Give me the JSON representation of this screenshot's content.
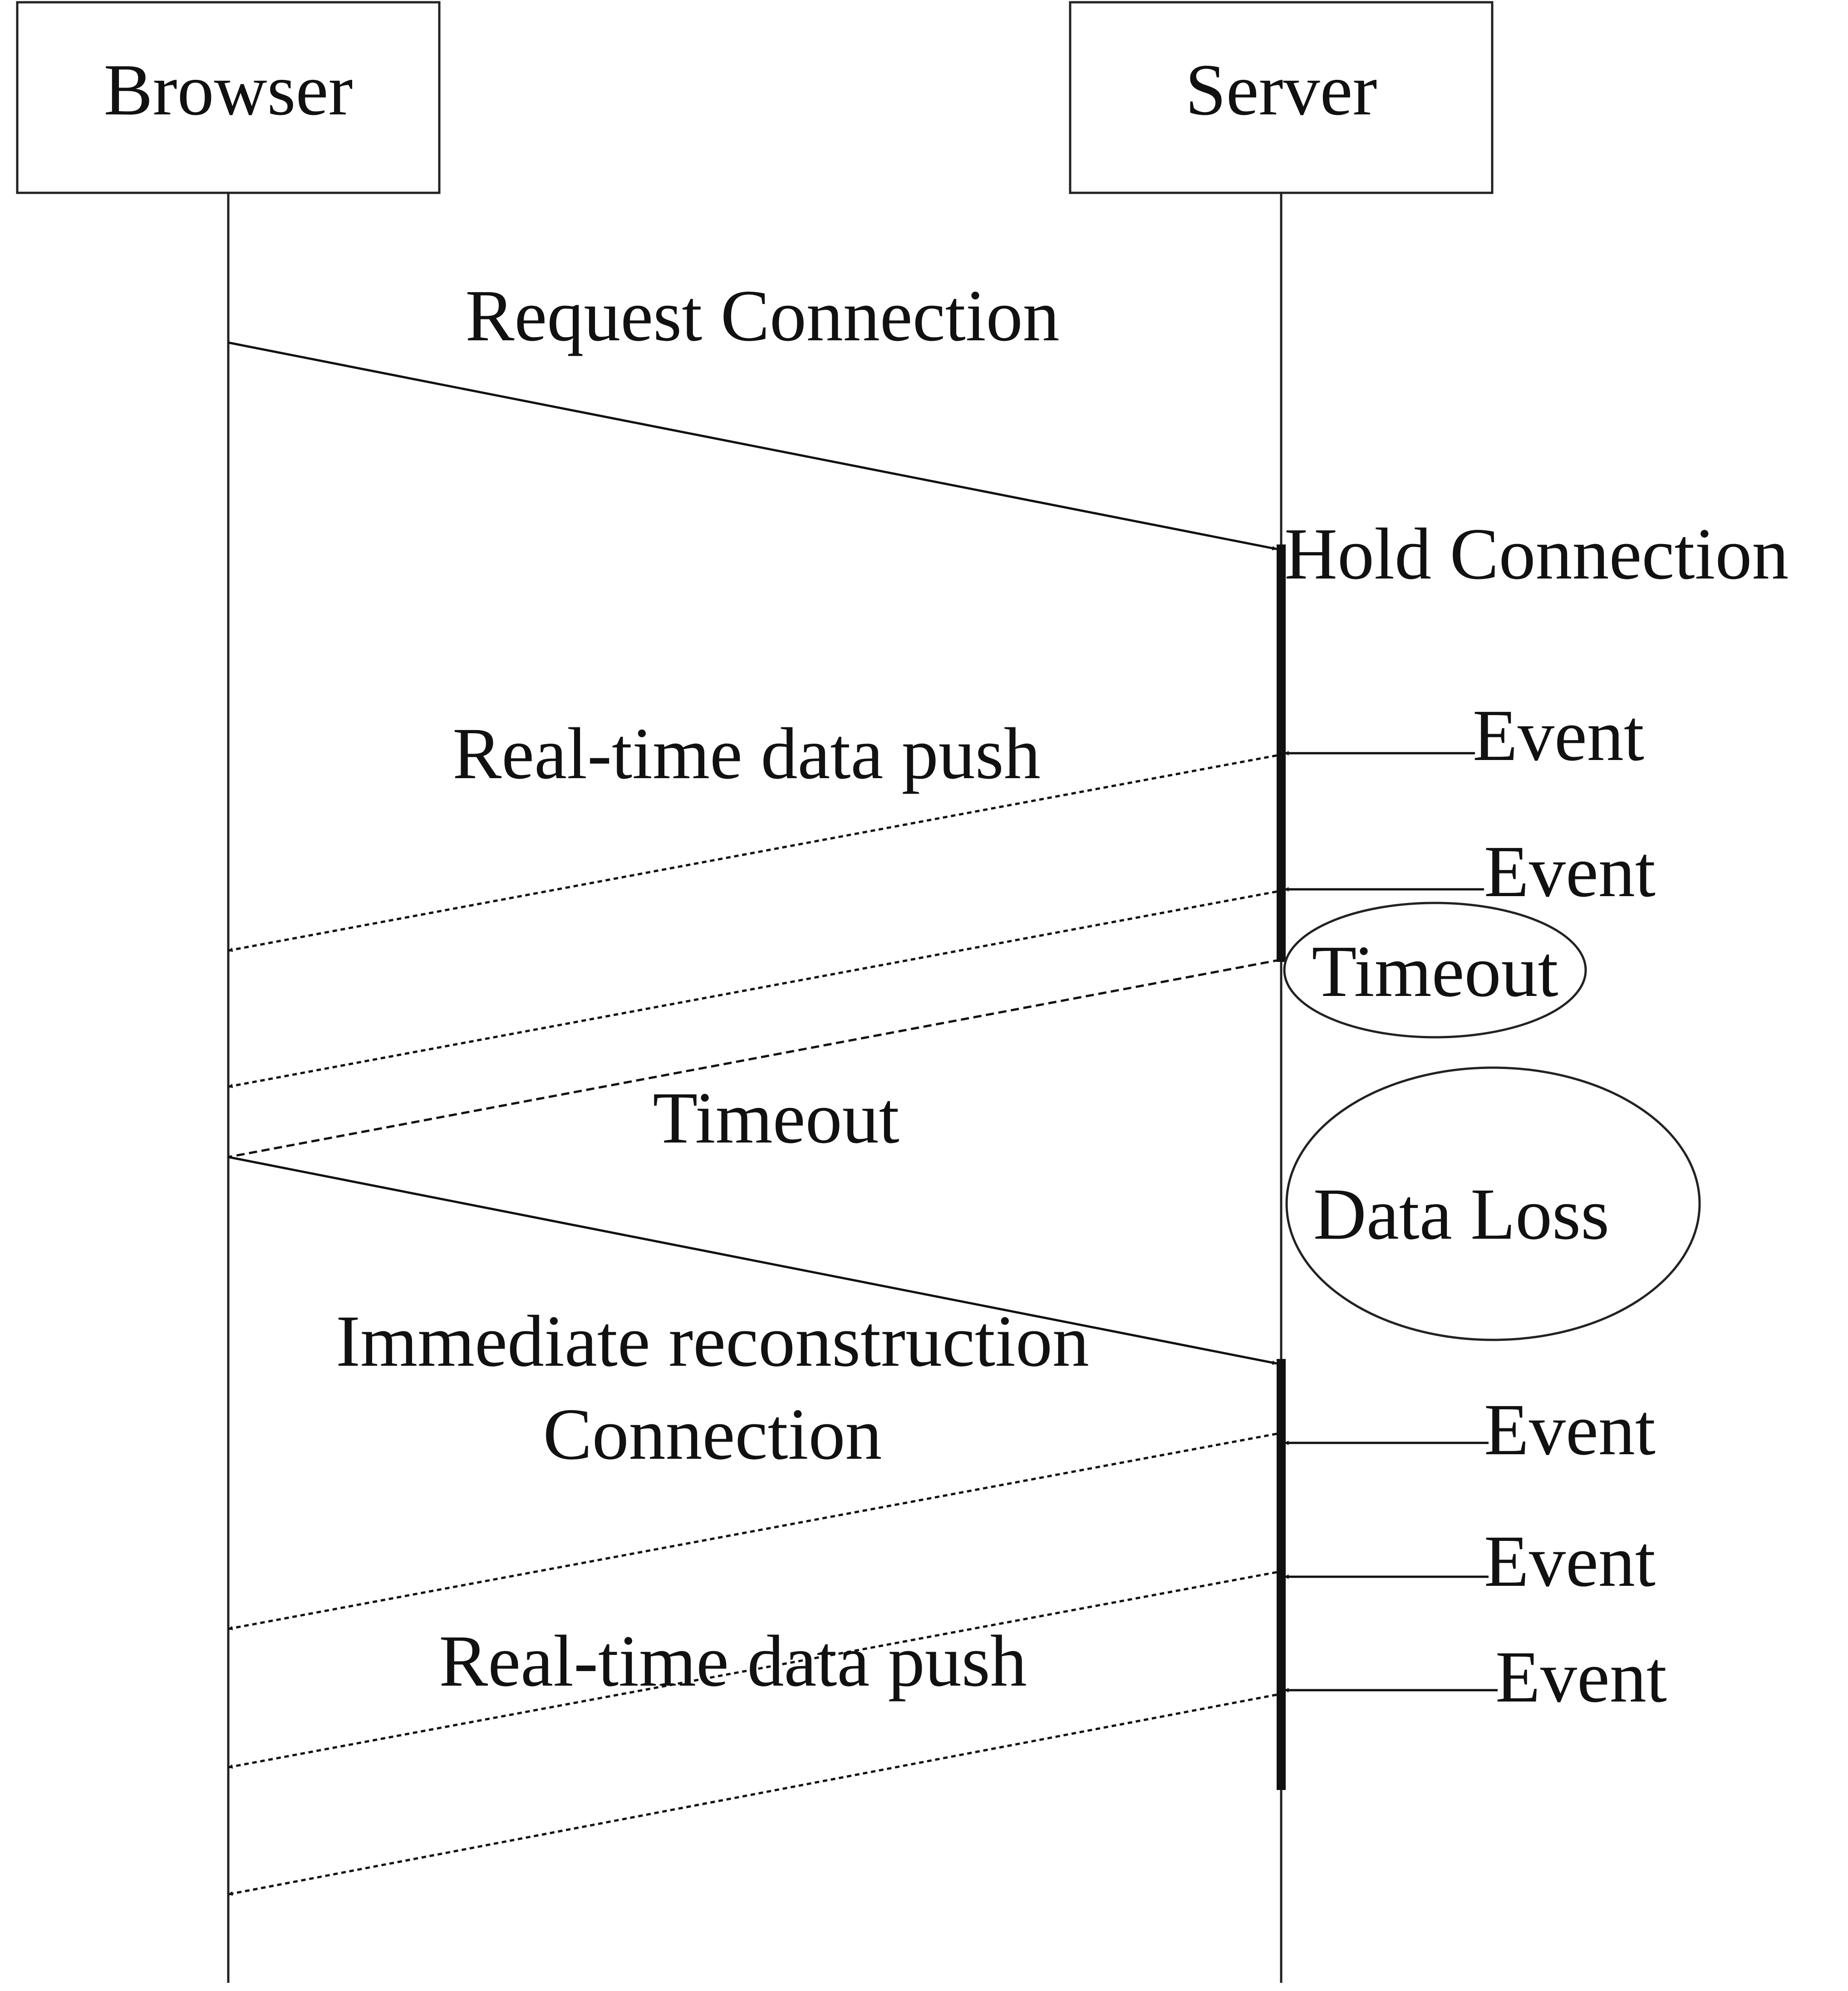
{
  "participants": {
    "browser": "Browser",
    "server": "Server"
  },
  "messages": {
    "request_connection": "Request Connection",
    "hold_connection": "Hold Connection",
    "push_1": "Real-time data push",
    "timeout_note": "Timeout",
    "timeout_message": "Timeout",
    "data_loss": "Data Loss",
    "reconnect_line1": "Immediate reconstruction",
    "reconnect_line2": "Connection",
    "push_2": "Real-time data push"
  },
  "events": [
    "Event",
    "Event",
    "Event",
    "Event",
    "Event"
  ]
}
